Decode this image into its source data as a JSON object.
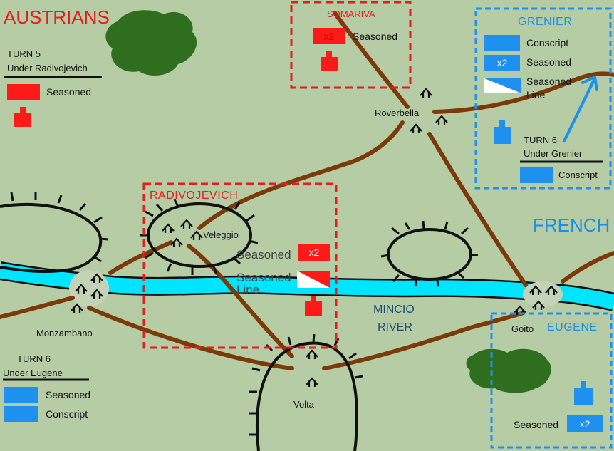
{
  "factions": {
    "austrians": "AUSTRIANS",
    "french": "FRENCH"
  },
  "colors": {
    "austrian_red": "#ff1a1a",
    "french_blue": "#1e90f0",
    "river": "#00e5ff",
    "road": "#7a3a0a",
    "forest": "#2f6d1f",
    "terrain": "#b5cca4"
  },
  "austrian_reinforcement": {
    "turn": "TURN 5",
    "under": "Under Radivojevich",
    "unit": "Seasoned"
  },
  "commands": {
    "somariva": {
      "name": "SOMARIVA",
      "multiplier": "x2",
      "unit": "Seasoned"
    },
    "radivojevich": {
      "name": "RADIVOJEVICH",
      "multiplier": "x2",
      "unit1": "Seasoned",
      "unit2_line1": "Seasoned",
      "unit2_line2": "Line"
    },
    "grenier": {
      "name": "GRENIER",
      "unit1": "Conscript",
      "multiplier": "x2",
      "unit2": "Seasoned",
      "unit3_line1": "Seasoned",
      "unit3_line2": "Line",
      "turn": "TURN 6",
      "under": "Under Grenier",
      "reinforcement": "Conscript"
    },
    "eugene": {
      "name": "EUGENE",
      "unit": "Seasoned",
      "multiplier": "x2"
    }
  },
  "french_reinforcement": {
    "turn": "TURN  6",
    "under": "Under Eugene",
    "unit1": "Seasoned",
    "unit2": "Conscript"
  },
  "towns": {
    "roverbella": "Roverbella",
    "veleggio": "Veleggio",
    "monzambano": "Monzambano",
    "volta": "Volta",
    "goito": "Goito"
  },
  "river": {
    "line1": "MINCIO",
    "line2": "RIVER"
  },
  "icons": [
    "town-icon",
    "hill-icon",
    "forest-icon",
    "road-icon",
    "river-icon",
    "unit-counter-icon",
    "arrow-icon"
  ]
}
